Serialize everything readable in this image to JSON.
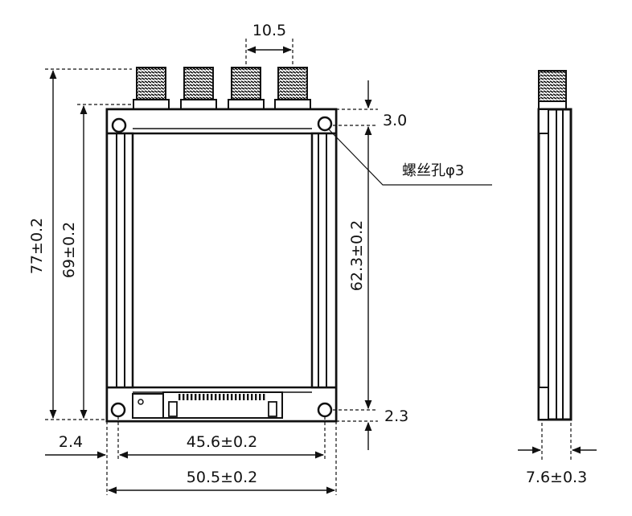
{
  "dimensions": {
    "connector_pitch": "10.5",
    "total_height": "77±0.2",
    "body_height": "69±0.2",
    "hole_pitch_vertical": "62.3±0.2",
    "top_offset": "3.0",
    "bottom_offset": "2.3",
    "left_offset": "2.4",
    "hole_pitch_horizontal": "45.6±0.2",
    "body_width": "50.5±0.2",
    "thickness": "7.6±0.3"
  },
  "annotations": {
    "screw_hole": "螺丝孔φ3"
  }
}
